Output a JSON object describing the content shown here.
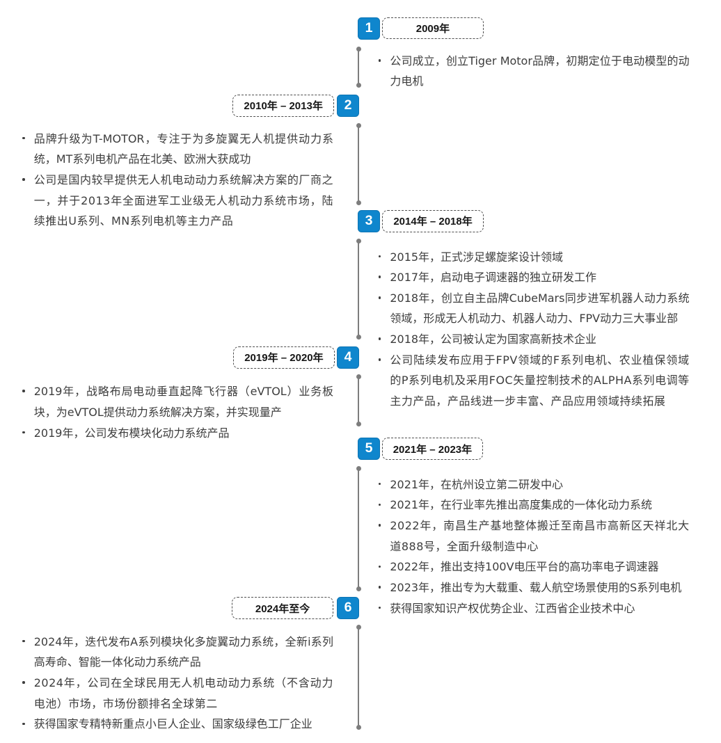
{
  "page": {
    "background": "#ffffff"
  },
  "timeline": {
    "icons": {
      "bullet-icon": "•",
      "timeline-node-icon": "rounded-square"
    },
    "colors": {
      "node_blue": "#0f86cd",
      "axis_gray": "#7d7d7d",
      "label_border_gray": "#4e4e4e",
      "body_text": "#3d3d3d",
      "number_text": "#ffffff"
    },
    "sections": [
      {
        "num": "1",
        "label": "2009年",
        "side": "right",
        "items": [
          "公司成立，创立Tiger Motor品牌，初期定位于电动模型的动力电机"
        ]
      },
      {
        "num": "2",
        "label": "2010年 – 2013年",
        "side": "left",
        "items": [
          "品牌升级为T-MOTOR，专注于为多旋翼无人机提供动力系统，MT系列电机产品在北美、欧洲大获成功",
          "公司是国内较早提供无人机电动动力系统解决方案的厂商之一，并于2013年全面进军工业级无人机动力系统市场，陆续推出U系列、MN系列电机等主力产品"
        ]
      },
      {
        "num": "3",
        "label": "2014年 – 2018年",
        "side": "right",
        "items": [
          "2015年，正式涉足螺旋桨设计领域",
          "2017年，启动电子调速器的独立研发工作",
          "2018年，创立自主品牌CubeMars同步进军机器人动力系统领域，形成无人机动力、机器人动力、FPV动力三大事业部",
          "2018年，公司被认定为国家高新技术企业",
          "公司陆续发布应用于FPV领域的F系列电机、农业植保领域的P系列电机及采用FOC矢量控制技术的ALPHA系列电调等主力产品，产品线进一步丰富、产品应用领域持续拓展"
        ]
      },
      {
        "num": "4",
        "label": "2019年 – 2020年",
        "side": "left",
        "items": [
          "2019年，战略布局电动垂直起降飞行器（eVTOL）业务板块，为eVTOL提供动力系统解决方案，并实现量产",
          "2019年，公司发布模块化动力系统产品"
        ]
      },
      {
        "num": "5",
        "label": "2021年 – 2023年",
        "side": "right",
        "items": [
          "2021年，在杭州设立第二研发中心",
          "2021年，在行业率先推出高度集成的一体化动力系统",
          "2022年，南昌生产基地整体搬迁至南昌市高新区天祥北大道888号，全面升级制造中心",
          "2022年，推出支持100V电压平台的高功率电子调速器",
          "2023年，推出专为大载重、载人航空场景使用的S系列电机",
          "获得国家知识产权优势企业、江西省企业技术中心"
        ]
      },
      {
        "num": "6",
        "label": "2024年至今",
        "side": "left",
        "items": [
          "2024年，迭代发布A系列模块化多旋翼动力系统，全新i系列高寿命、智能一体化动力系统产品",
          "2024年，公司在全球民用无人机电动动力系统（不含动力电池）市场，市场份额排名全球第二",
          "获得国家专精特新重点小巨人企业、国家级绿色工厂企业"
        ]
      }
    ]
  }
}
